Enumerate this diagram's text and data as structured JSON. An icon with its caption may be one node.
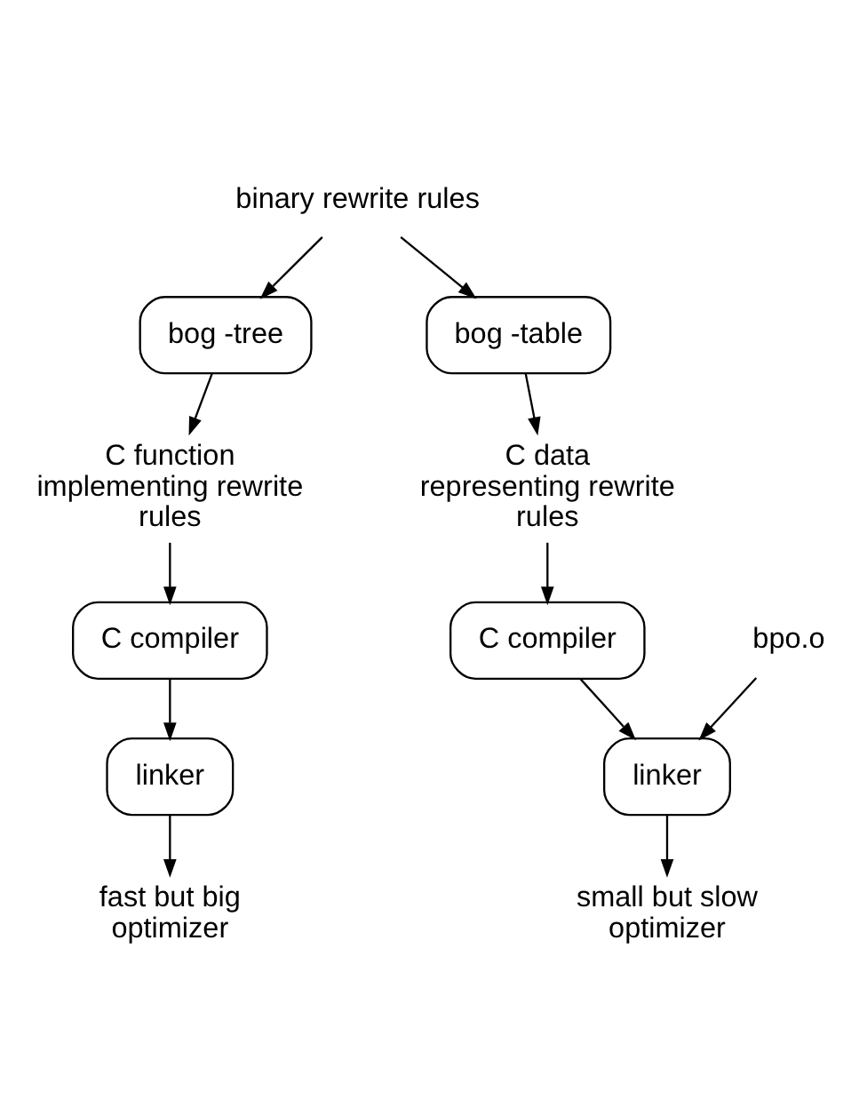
{
  "diagram": {
    "nodes": [
      {
        "text": [
          "binary rewrite rules"
        ]
      },
      {
        "text": [
          "bog -tree"
        ]
      },
      {
        "text": [
          "bog -table"
        ]
      },
      {
        "text": [
          "C function implementing rewrite rules"
        ]
      },
      {
        "text": [
          "C data representing rewrite rules"
        ]
      },
      {
        "text": [
          "C compiler"
        ]
      },
      {
        "text": [
          "C compiler"
        ]
      },
      {
        "text": [
          "linker"
        ]
      },
      {
        "text": [
          "linker"
        ]
      },
      {
        "text": [
          "fast but big optimizer"
        ]
      },
      {
        "text": [
          "small but slow optimizer"
        ]
      },
      {
        "text": [
          "bpo.o"
        ]
      }
    ],
    "edges": [
      {
        "from": 0,
        "to": 1,
        "arrow": "to"
      },
      {
        "from": 0,
        "to": 2,
        "arrow": "to"
      },
      {
        "from": 1,
        "to": 3,
        "arrow": "to"
      },
      {
        "from": 2,
        "to": 4,
        "arrow": "to"
      },
      {
        "from": 3,
        "to": 5,
        "arrow": "to"
      },
      {
        "from": 4,
        "to": 6,
        "arrow": "to"
      },
      {
        "from": 5,
        "to": 7,
        "arrow": "to"
      },
      {
        "from": 6,
        "to": 8,
        "arrow": "to"
      },
      {
        "from": 11,
        "to": 8,
        "arrow": "to"
      },
      {
        "from": 7,
        "to": 9,
        "arrow": "to"
      },
      {
        "from": 8,
        "to": 10,
        "arrow": "to"
      }
    ]
  }
}
